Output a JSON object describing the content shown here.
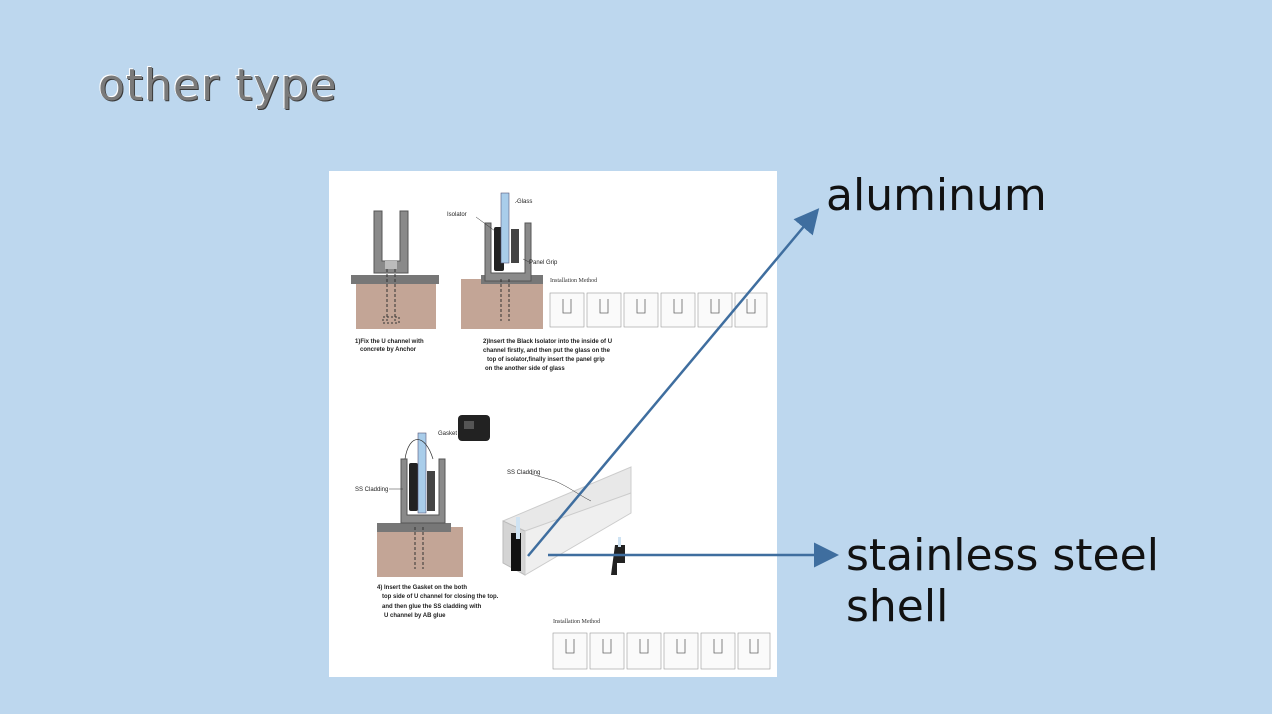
{
  "slide": {
    "title": "other type",
    "background_color": "#bdd7ee"
  },
  "callouts": {
    "aluminum": "aluminum",
    "stainless_shell": "stainless steel shell",
    "arrow_color": "#3f6e9f"
  },
  "figure": {
    "step1": {
      "caption_line1": "1)Fix the U channel with",
      "caption_line2": "concrete by Anchor"
    },
    "step2": {
      "label_glass": "Glass",
      "label_isolator": "Isolator",
      "label_panel_grip": "Panel Grip",
      "caption_line1": "2)Insert the Black Isolator into the inside of U",
      "caption_line2": "channel firstly, and then put the glass on the",
      "caption_line3": "top of isolator,finally insert the panel grip",
      "caption_line4": "on the another side of glass"
    },
    "step3": {
      "label_gasket": "Gasket",
      "label_ss_cladding": "SS Cladding"
    },
    "step4": {
      "caption_line1": "4) Insert the Gasket on the both",
      "caption_line2": "top side of  U channel for closing the top.",
      "caption_line3": "and then glue the SS cladding with",
      "caption_line4": "U channel by AB glue"
    },
    "product": {
      "label_ss_cladding": "SS Cladding"
    },
    "installation_method_title": "Installation Method"
  }
}
